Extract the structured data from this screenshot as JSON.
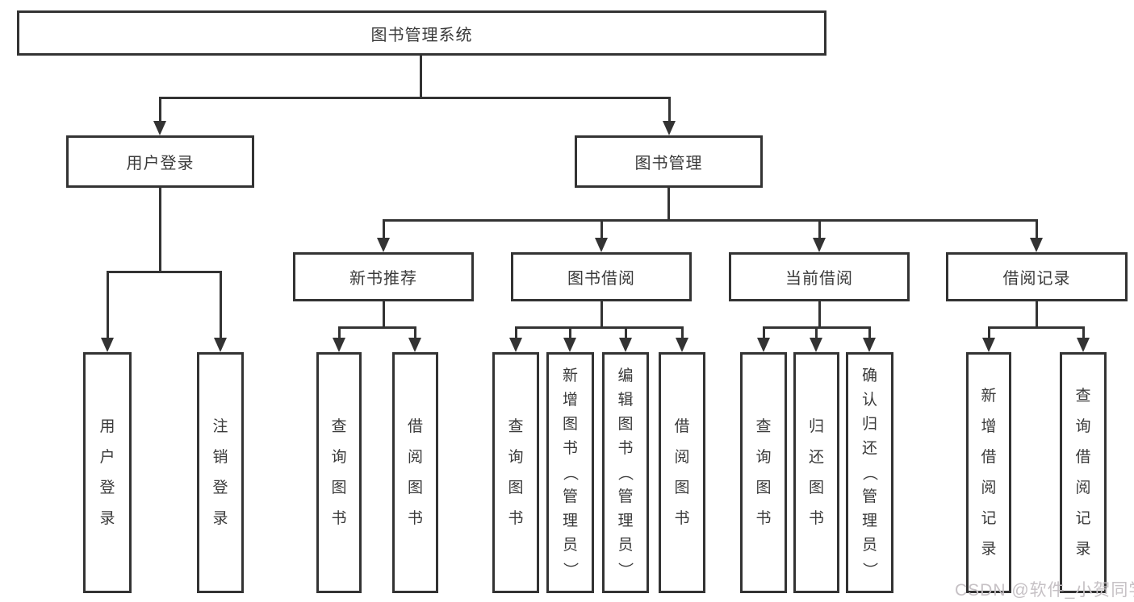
{
  "nodes": {
    "root": "图书管理系统",
    "user_login": "用户登录",
    "book_management": "图书管理",
    "new_book_recommend": "新书推荐",
    "book_borrowing": "图书借阅",
    "current_borrowing": "当前借阅",
    "borrowing_records": "借阅记录",
    "login": "用户登录",
    "logout": "注销登录",
    "nbr_query_books": "查询图书",
    "nbr_borrow_books": "借阅图书",
    "bb_query_books": "查询图书",
    "bb_add_books": "新增图书（管理员）",
    "bb_edit_books": "编辑图书（管理员）",
    "bb_borrow_books": "借阅图书",
    "cb_query_books": "查询图书",
    "cb_return_books": "归还图书",
    "cb_confirm_return": "确认归还（管理员）",
    "br_add_record": "新增借阅记录",
    "br_query_record": "查询借阅记录"
  },
  "watermark": "CSDN @软件_小贺同学",
  "colors": {
    "line": "#333333",
    "text": "#3a3a3a",
    "watermark": "#c6c1c5"
  }
}
